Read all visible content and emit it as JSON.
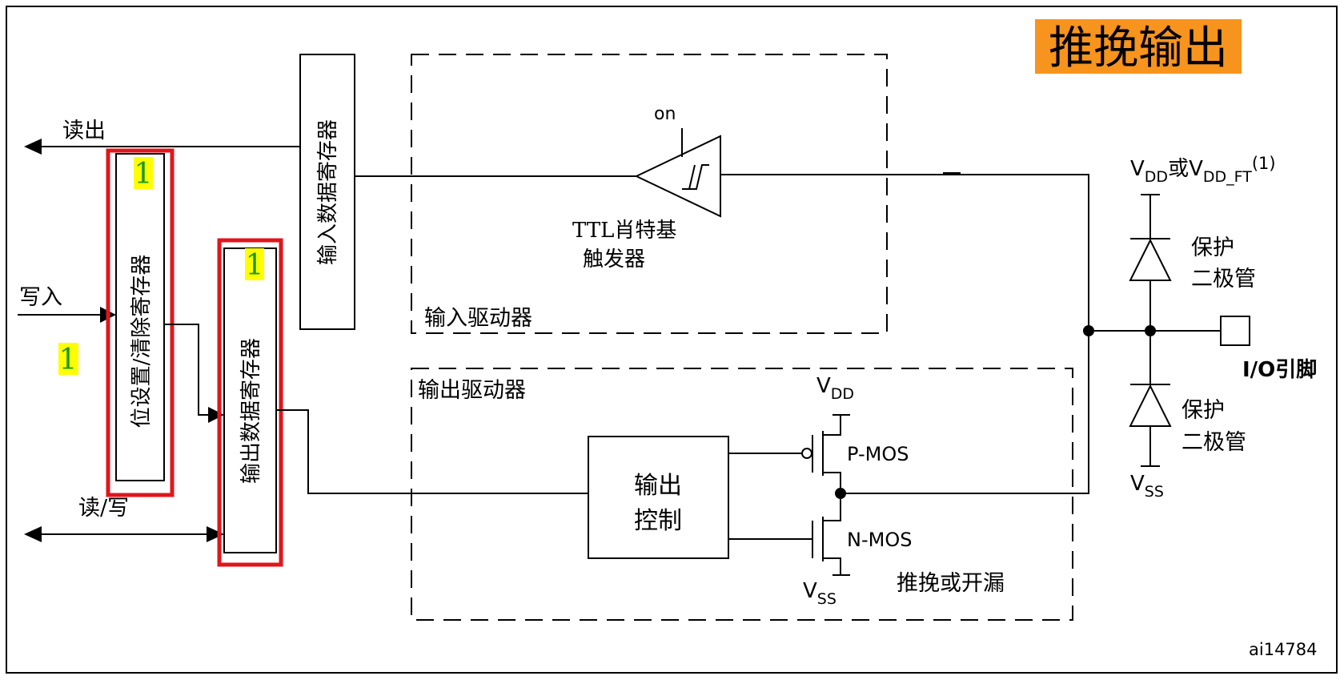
{
  "title": "推挽输出",
  "colors": {
    "title_bg": "#f7941d",
    "highlight": "#ffff00",
    "highlight_text": "#1a9a1a",
    "red_box": "#e0161b",
    "line": "#000000"
  },
  "labels": {
    "read_out": "读出",
    "write_in": "写入",
    "read_write": "读/写",
    "input_data_register": "输入数据寄存器",
    "bit_set_reset_register": "位设置/清除寄存器",
    "output_data_register": "输出数据寄存器",
    "ttl_on": "on",
    "ttl_line1": "TTL肖特基",
    "ttl_line2": "触发器",
    "input_driver": "输入驱动器",
    "output_driver": "输出驱动器",
    "output_control_line1": "输出",
    "output_control_line2": "控制",
    "pmos": "P-MOS",
    "nmos": "N-MOS",
    "push_pull_open_drain": "推挽或开漏",
    "vdd_main": "V",
    "vdd_sub": "DD",
    "vdd_or": "或",
    "vddft_main": "V",
    "vddft_sub": "DD_FT",
    "vddft_note": "(1)",
    "vss_main": "V",
    "vss_sub": "SS",
    "protect_diode_line1": "保护",
    "protect_diode_line2": "二极管",
    "io_pin": "I/O引脚",
    "figure_id": "ai14784"
  },
  "highlight_values": {
    "bit_register_value": "1",
    "output_register_value": "1",
    "write_value": "1"
  }
}
